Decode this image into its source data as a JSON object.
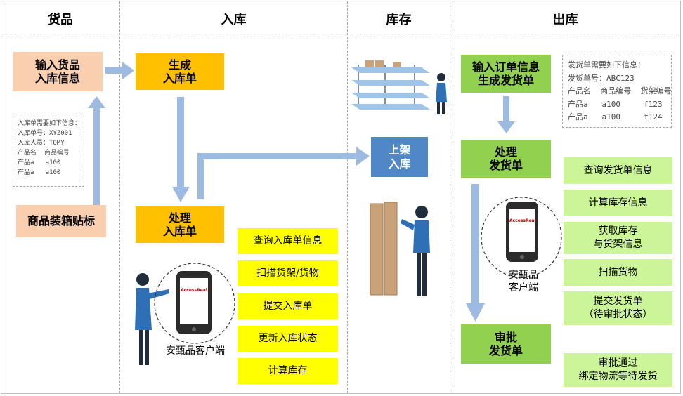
{
  "columns": {
    "goods": "货品",
    "inbound": "入库",
    "inventory": "库存",
    "outbound": "出库"
  },
  "goods": {
    "input_info": "输入货品\n入库信息",
    "label_box": "商品装箱贴标",
    "note_lines": [
      "入库单需要如下信息：",
      "入库单号：XYZ001",
      "入库人员：TOMY",
      "产品名  商品编号",
      "产品a   a100",
      "产品a   a100"
    ]
  },
  "inbound": {
    "generate": "生成\n入库单",
    "process": "处理\n入库单",
    "steps": [
      "查询入库单信息",
      "扫描货架/货物",
      "提交入库单",
      "更新入库状态",
      "计算库存"
    ],
    "client_label": "安甄品客户端"
  },
  "inventory": {
    "shelve": "上架\n入库"
  },
  "outbound": {
    "input_order": "输入订单信息\n生成发货单",
    "process": "处理\n发货单",
    "approve": "审批\n发货单",
    "client_label": "安甄品\n客户端",
    "steps": [
      "查询发货单信息",
      "计算库存信息",
      "获取库存\n与货架信息",
      "扫描货物",
      "提交发货单\n（待审批状态）",
      "审批通过\n绑定物流等待发货"
    ],
    "note_lines": [
      "发货单需要如下信息：",
      "发货单号：ABC123",
      "产品名  商品编号  货架编号",
      "产品a   a100     f123",
      "产品a   a100     f124"
    ]
  },
  "phone_brand": "AccessReal",
  "colors": {
    "peach": "#f9cfb0",
    "orange": "#ffc000",
    "green": "#92d050",
    "blue": "#4f87c7",
    "yellow": "#ffff00",
    "light_green": "#ccf59a",
    "arrow": "#9dbbe0"
  }
}
